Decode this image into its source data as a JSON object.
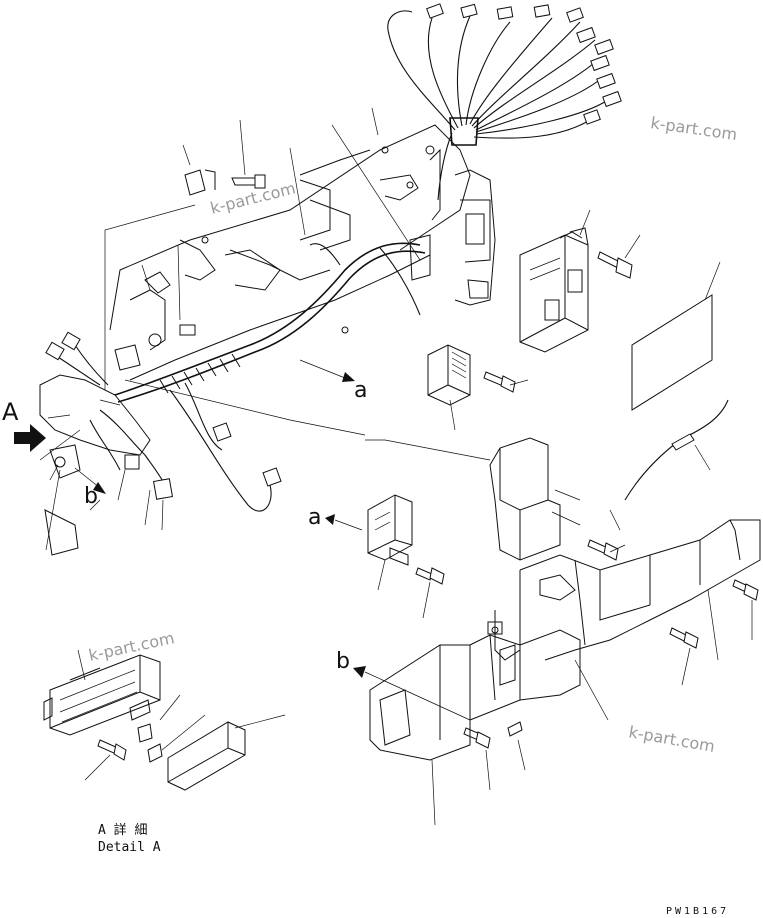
{
  "watermarks": [
    "k-part.com",
    "k-part.com",
    "k-part.com",
    "k-part.com"
  ],
  "view_labels": {
    "A": "A",
    "a_main": "a",
    "a_detail": "a",
    "b_main": "b",
    "b_detail": "b"
  },
  "detail_caption": {
    "line1": "A 詳 細",
    "line2": "Detail A"
  },
  "drawing_code": "PW1B167"
}
